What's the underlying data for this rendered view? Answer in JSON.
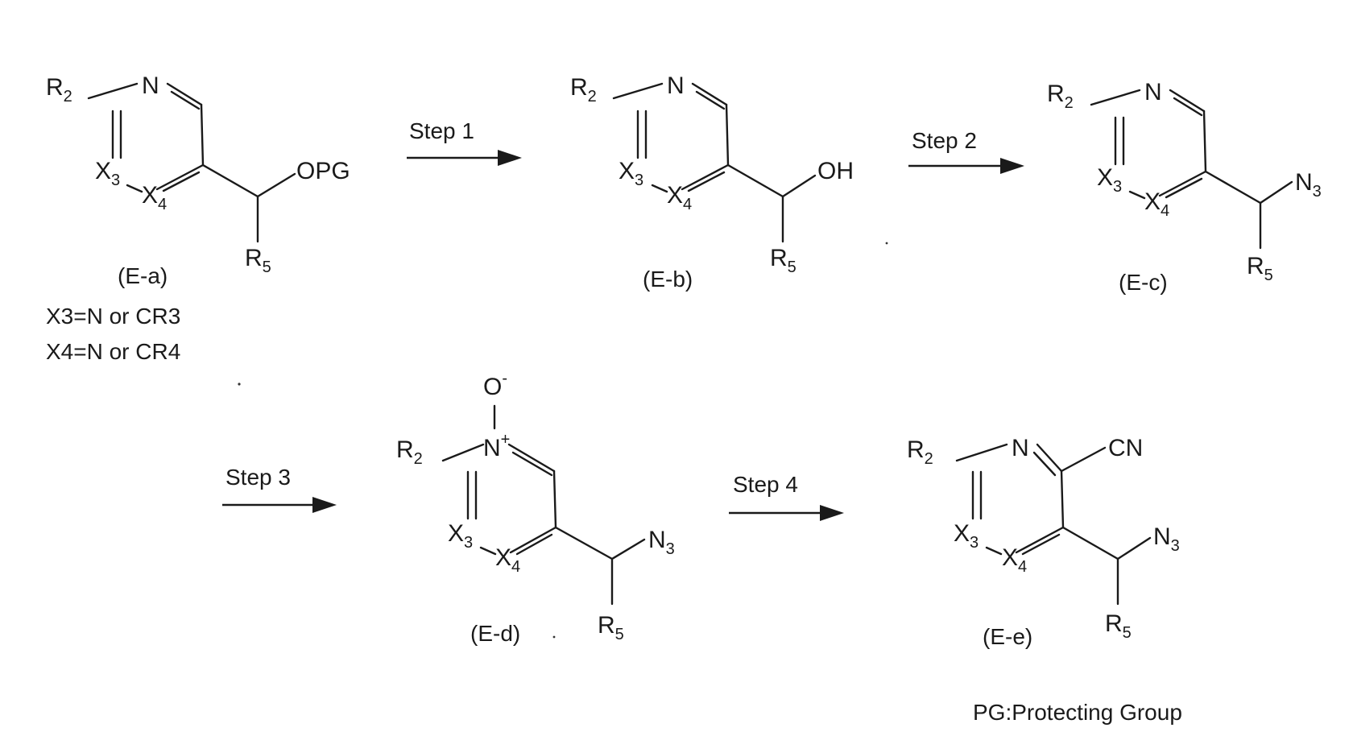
{
  "atoms": {
    "N": "N",
    "R": "R",
    "X": "X",
    "sub_2": "2",
    "sub_3": "3",
    "sub_4": "4",
    "sub_5": "5",
    "N_plus": "N",
    "plus": "+",
    "O": "O",
    "minus": "-"
  },
  "groups": {
    "opg": "OPG",
    "oh": "OH",
    "cn": "CN"
  },
  "compounds": {
    "ea": "(E-a)",
    "eb": "(E-b)",
    "ec": "(E-c)",
    "ed": "(E-d)",
    "ee": "(E-e)"
  },
  "definitions": {
    "x3": "X3=N or CR3",
    "x4": "X4=N or CR4"
  },
  "steps": {
    "step1": "Step 1",
    "step2": "Step 2",
    "step3": "Step 3",
    "step4": "Step 4"
  },
  "footnote": "PG:Protecting Group"
}
